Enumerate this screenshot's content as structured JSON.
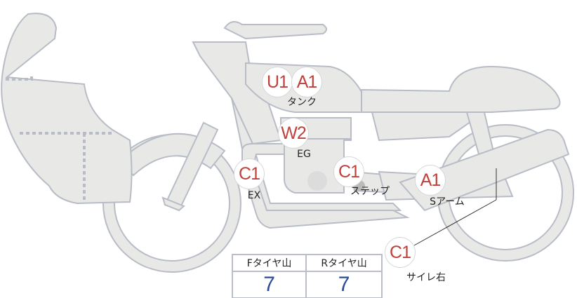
{
  "colors": {
    "body": "#e8e9e6",
    "outline": "#b7bcc6",
    "marker_text": "#c0403c",
    "value": "#2d4b9a"
  },
  "markers": [
    {
      "code": "U1",
      "part": "タンク"
    },
    {
      "code": "A1",
      "part": "タンク"
    },
    {
      "code": "W2",
      "part": "EG"
    },
    {
      "code": "C1",
      "part": "EX"
    },
    {
      "code": "C1",
      "part": "ステップ"
    },
    {
      "code": "A1",
      "part": "Sアーム"
    },
    {
      "code": "C1",
      "part": "サイレ右"
    }
  ],
  "labels": {
    "tank": "タンク",
    "engine": "EG",
    "exhaust": "EX",
    "step": "ステップ",
    "swingarm": "Sアーム",
    "silencer_right": "サイレ右"
  },
  "tread_table": {
    "headers": [
      "Fタイヤ山",
      "Rタイヤ山"
    ],
    "values": [
      "7",
      "7"
    ]
  }
}
